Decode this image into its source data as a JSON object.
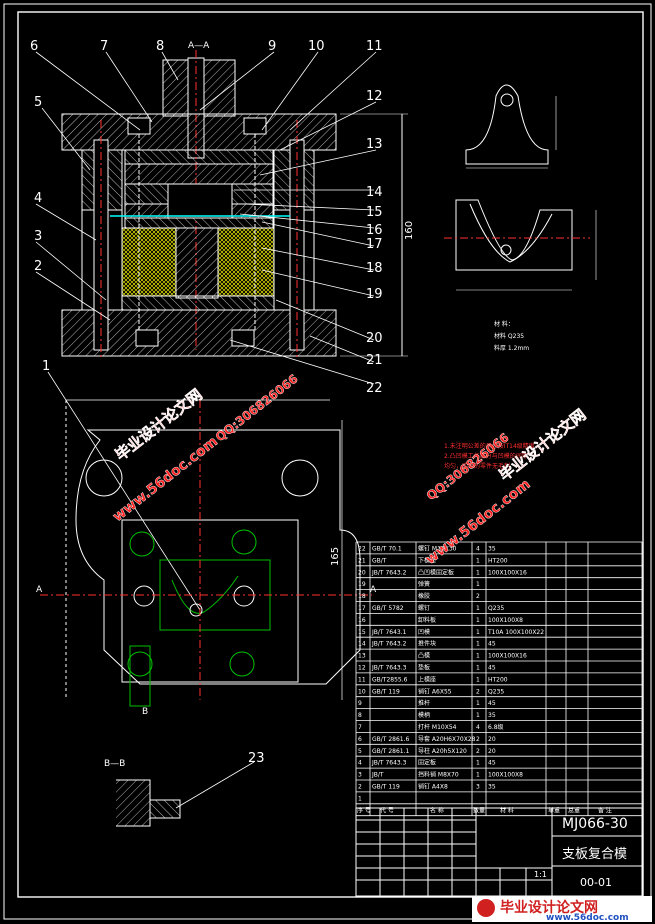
{
  "part_labels": [
    "1",
    "2",
    "3",
    "4",
    "5",
    "6",
    "7",
    "8",
    "9",
    "10",
    "11",
    "12",
    "13",
    "14",
    "15",
    "16",
    "17",
    "18",
    "19",
    "20",
    "21",
    "22",
    "23"
  ],
  "section_aa": "A—A",
  "section_bb": "B—B",
  "section_marks": {
    "a": "A",
    "b": "B"
  },
  "dimensions": {
    "height": "160",
    "plan": "165"
  },
  "part_notes": [
    "材 料：",
    "材料 Q235",
    "料厚 1.2mm"
  ],
  "tech_notes": [
    "1.未注明公差的尺寸按IT14级精度",
    "2.凸凹模工作部分与凹模的间隙",
    "均匀，冲出的零件无毛刺"
  ],
  "bom_rows": [
    {
      "no": "22",
      "std": "GB/T 70.1",
      "name": "螺钉 M10X30",
      "qty": "4",
      "mat": "35"
    },
    {
      "no": "21",
      "std": "GB/T",
      "name": "下模座",
      "qty": "1",
      "mat": "HT200"
    },
    {
      "no": "20",
      "std": "JB/T 7643.2",
      "name": "凸凹模固定板",
      "qty": "1",
      "mat": "100X100X16"
    },
    {
      "no": "19",
      "std": "",
      "name": "弹簧",
      "qty": "1",
      "mat": ""
    },
    {
      "no": "18",
      "std": "",
      "name": "橡胶",
      "qty": "2",
      "mat": ""
    },
    {
      "no": "17",
      "std": "GB/T 5782",
      "name": "螺钉",
      "qty": "1",
      "mat": "Q235"
    },
    {
      "no": "16",
      "std": "",
      "name": "卸料板",
      "qty": "1",
      "mat": "100X100X8"
    },
    {
      "no": "15",
      "std": "JB/T 7643.1",
      "name": "凹模",
      "qty": "1",
      "mat": "T10A 100X100X22"
    },
    {
      "no": "14",
      "std": "JB/T 7643.2",
      "name": "推件块",
      "qty": "1",
      "mat": "45"
    },
    {
      "no": "13",
      "std": "",
      "name": "凸模",
      "qty": "1",
      "mat": "100X100X16"
    },
    {
      "no": "12",
      "std": "JB/T 7643.3",
      "name": "垫板",
      "qty": "1",
      "mat": "45"
    },
    {
      "no": "11",
      "std": "GB/T2855.6",
      "name": "上模座",
      "qty": "1",
      "mat": "HT200"
    },
    {
      "no": "10",
      "std": "GB/T 119",
      "name": "销钉 A6X55",
      "qty": "2",
      "mat": "Q235"
    },
    {
      "no": "9",
      "std": "",
      "name": "推杆",
      "qty": "1",
      "mat": "45"
    },
    {
      "no": "8",
      "std": "",
      "name": "模柄",
      "qty": "1",
      "mat": "35"
    },
    {
      "no": "7",
      "std": "",
      "name": "打杆 M10X54",
      "qty": "4",
      "mat": "6.8级"
    },
    {
      "no": "6",
      "std": "GB/T 2861.6",
      "name": "导套 A20H6X70X28",
      "qty": "2",
      "mat": "20"
    },
    {
      "no": "5",
      "std": "GB/T 2861.1",
      "name": "导柱 A20h5X120",
      "qty": "2",
      "mat": "20"
    },
    {
      "no": "4",
      "std": "JB/T 7643.3",
      "name": "固定板",
      "qty": "1",
      "mat": "45"
    },
    {
      "no": "3",
      "std": "JB/T",
      "name": "挡料销 M8X70",
      "qty": "1",
      "mat": "100X100X8"
    },
    {
      "no": "2",
      "std": "GB/T 119",
      "name": "销钉 A4X8",
      "qty": "3",
      "mat": "35"
    },
    {
      "no": "1",
      "std": "",
      "name": "",
      "qty": "",
      "mat": ""
    }
  ],
  "bom_headers": {
    "no": "序 号",
    "std": "代 号",
    "name": "名 称",
    "qty": "数量",
    "mat": "材 料",
    "weight": "单重",
    "total": "总重",
    "note": "备 注"
  },
  "title_block": {
    "drawing_code": "MJ066-30",
    "title": "支板复合模",
    "sheet": "00-01",
    "scale": "1:1"
  },
  "watermarks": {
    "site": "www.56doc.com",
    "name": "毕业设计论文网",
    "qq": "QQ:306826066"
  },
  "footer_banner": {
    "text": "毕业设计论文网",
    "url": "www.56doc.com"
  },
  "colors": {
    "line": "#ffffff",
    "hatch": "#ffffff",
    "cyan": "#00ffff",
    "green": "#00c000",
    "red": "#ff3030",
    "yellow": "#ffff00",
    "watermark": "#ff2020"
  }
}
